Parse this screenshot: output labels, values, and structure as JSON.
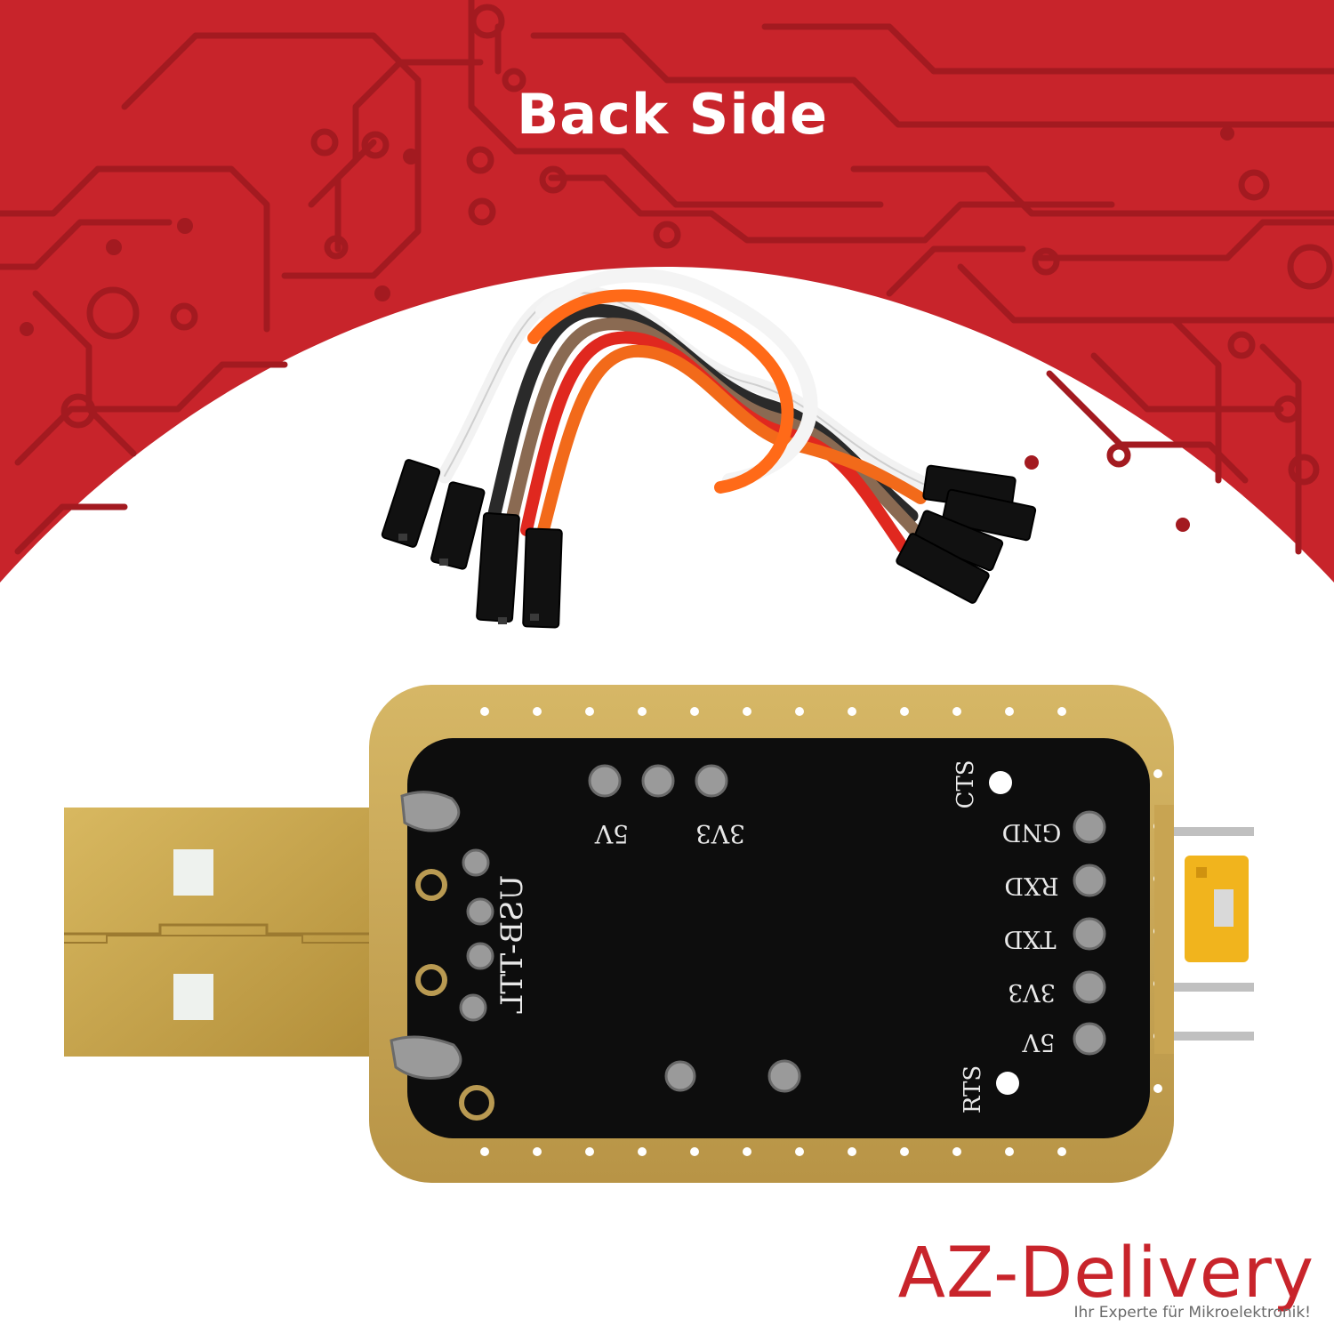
{
  "header": {
    "title": "Back Side"
  },
  "board": {
    "silkscreen": [
      "5V",
      "3V3",
      "CTS",
      "GND",
      "RXD",
      "TXD",
      "3V3",
      "5V",
      "RTS",
      "USB-TTL"
    ]
  },
  "branding": {
    "logo": "AZ-Delivery",
    "tagline": "Ihr Experte für Mikroelektronik!"
  },
  "colors": {
    "banner_red": "#c8242b",
    "circuit_dark": "#a31a20",
    "pcb_black": "#0d0d0d",
    "pcb_gold": "#cfae5a",
    "usb_gold": "#c9a54d",
    "jumper_yellow": "#f1b41d"
  }
}
